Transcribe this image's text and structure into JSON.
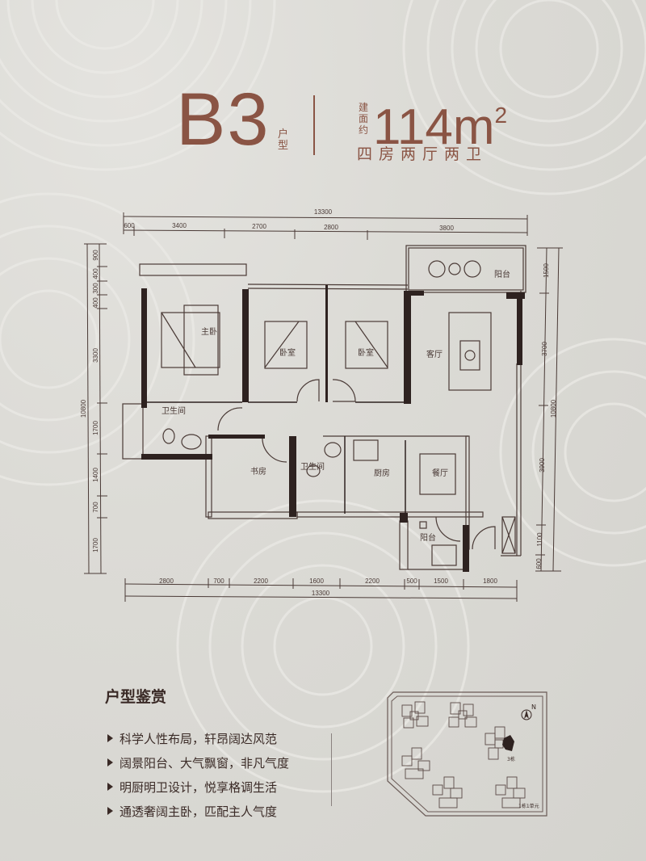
{
  "header": {
    "type_code": "B3",
    "type_suffix": "户型",
    "area_prefix": "建面约",
    "area_value": "114m",
    "area_unit_sup": "2",
    "layout_description": "四房两厅两卫"
  },
  "floor_plan": {
    "top_dimensions": {
      "total": "13300",
      "segments": [
        "600",
        "3400",
        "2700",
        "2800",
        "3800"
      ]
    },
    "bottom_dimensions": {
      "total": "13300",
      "segments": [
        "2800",
        "700",
        "2200",
        "1600",
        "2200",
        "500",
        "1500",
        "1800"
      ]
    },
    "left_dimensions": {
      "total": "10800",
      "segments": [
        "900",
        "400",
        "300",
        "400",
        "3300",
        "1700",
        "1400",
        "700",
        "1700"
      ]
    },
    "right_dimensions": {
      "total": "10800",
      "segments": [
        "1500",
        "3700",
        "3900",
        "1100",
        "600"
      ]
    },
    "rooms": {
      "master_bedroom": "主卧",
      "bedroom_1": "卧室",
      "bedroom_2": "卧室",
      "living_room": "客厅",
      "balcony_top": "阳台",
      "master_bath": "卫生间",
      "study": "书房",
      "bath_2": "卫生间",
      "kitchen": "厨房",
      "dining": "餐厅",
      "balcony_bottom": "阳台"
    }
  },
  "appreciation": {
    "title": "户型鉴赏",
    "features": [
      "科学人性布局，轩昂阔达风范",
      "阔景阳台、大气飘窗，非凡气度",
      "明厨明卫设计，悦享格调生活",
      "通透奢阔主卧，匹配主人气度"
    ]
  },
  "site_map": {
    "north_label": "N",
    "building_label": "3栋",
    "unit_label": "1栋1单元"
  },
  "colors": {
    "accent": "#8a5444",
    "wall": "#2e2220",
    "text": "#3a2a26"
  }
}
